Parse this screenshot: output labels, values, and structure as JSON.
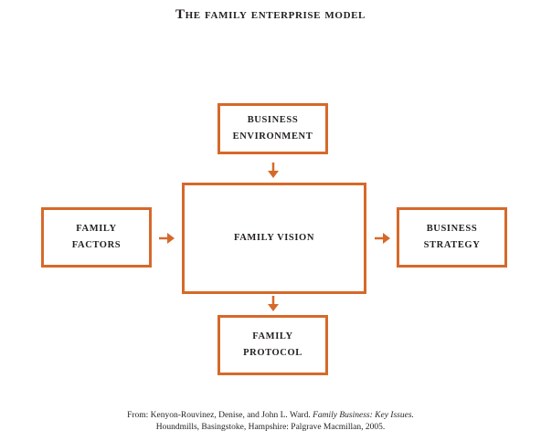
{
  "title": "The family enterprise model",
  "boxes": {
    "business_environment": "BUSINESS\nENVIRONMENT",
    "family_vision": "FAMILY VISION",
    "family_factors": "FAMILY\nFACTORS",
    "business_strategy": "BUSINESS\nSTRATEGY",
    "family_protocol": "FAMILY\nPROTOCOL"
  },
  "caption": {
    "line1_prefix": "From: Kenyon-Rouvinez, Denise, and John L. Ward. ",
    "line1_italic": "Family Business: Key Issues.",
    "line2": "Houndmills, Basingstoke, Hampshire: Palgrave Macmillan, 2005."
  },
  "colors": {
    "accent": "#d6692a",
    "text": "#231f20"
  }
}
